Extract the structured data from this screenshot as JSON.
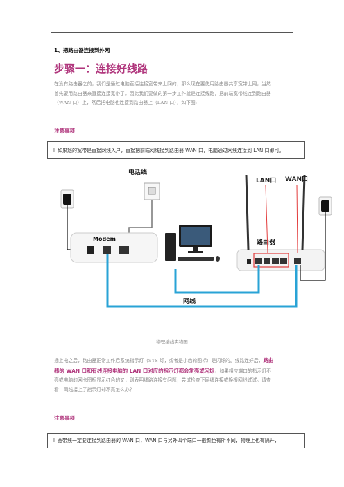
{
  "section_heading": "1、把路由器连接到外网",
  "step_title": "步骤一：连接好线路",
  "intro_lines": [
    "在没有路由器之前，我们是通过电脑直接连接宽带来上网的，那么现在要使用路由器共享宽带上网，当然",
    "首先要用路由器来直接连接宽带了。因此我们要做的第一步工作就是连接线路，把前端宽带线连到路由器",
    "（WAN 口）上，然后把电脑也连接到路由器上（LAN 口），如下图:"
  ],
  "note_label": "注意事项",
  "note1": "如果您的宽带是直接网线入户，直接把前端网线接到路由器 WAN 口，电脑通过网线连接到 LAN 口即可。",
  "bullet": "l",
  "diagram": {
    "phone_line": "电话线",
    "lan_port": "LAN口",
    "wan_port": "WAN口",
    "modem": "Modem",
    "router": "路由器",
    "network_cable": "网线"
  },
  "caption": "物理接线实物图",
  "para2": {
    "a": "插上电之后，路由器正常工作后系统指示灯（SYS 灯，或者是小齿轮图标）是闪烁的。线路连好后，",
    "b1": "路由",
    "b2": "器的 WAN 口和有线连接电脑的 LAN 口对应的指示灯都会常亮或闪烁",
    "b3": "，如果相应端口的指示灯不",
    "c": "亮或电脑的网卡图标显示红色的叉，则表明线路连接有问题，尝试检查下网线连接或换根网线试试。请查",
    "d": "看：网线接上了指示灯却不亮怎么办？"
  },
  "note2": "宽带线一定要连接到路由器的 WAN 口，WAN 口与另外四个端口一般颜色有所不同，物理上也有隔开，",
  "colors": {
    "accent": "#b0357c",
    "cable": "#29a3d6"
  }
}
